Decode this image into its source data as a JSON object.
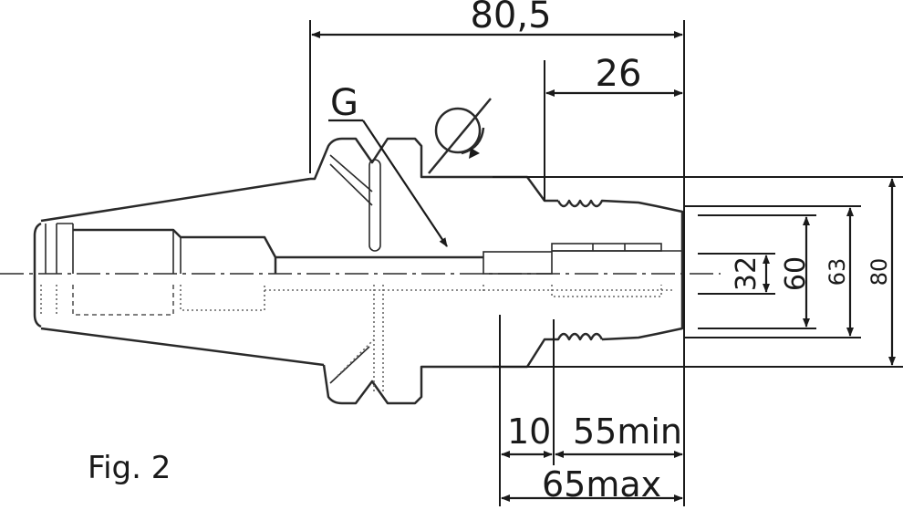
{
  "figure": {
    "caption": "Fig. 2",
    "symbol_label": "G"
  },
  "dimensions": {
    "overall_length": "80,5",
    "thread_length": "26",
    "min_depth_offset": "10",
    "min_depth": "55min",
    "max_depth": "65max",
    "bore_diameter": "32",
    "inner_diameter": "60",
    "thread_diameter": "63",
    "outer_diameter": "80"
  }
}
